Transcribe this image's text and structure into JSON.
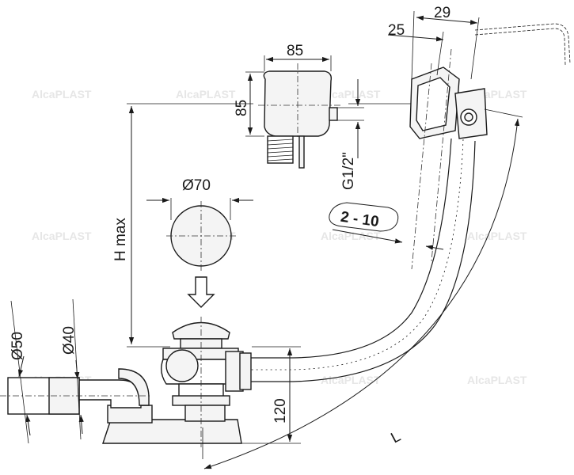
{
  "watermark": "AlcaPLAST",
  "dimensions": {
    "d29": "29",
    "d25": "25",
    "d85_width": "85",
    "d85_height": "85",
    "thread": "G1/2\"",
    "range": "2 - 10",
    "h_max": "H max",
    "d70": "Ø70",
    "d50": "Ø50",
    "d40": "Ø40",
    "d120": "120",
    "length": "L"
  }
}
